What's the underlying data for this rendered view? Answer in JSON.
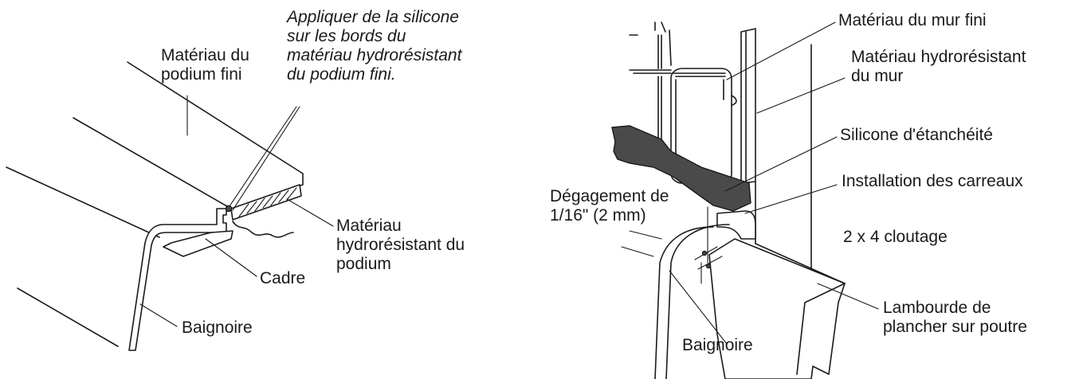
{
  "left_figure": {
    "note": [
      "Appliquer de la silicone",
      "sur les bords du",
      "matériau hydrorésistant",
      "du podium fini."
    ],
    "label_deck_finish": [
      "Matériau du",
      "podium fini"
    ],
    "label_deck_water": [
      "Matériau",
      "hydrorésistant du",
      "podium"
    ],
    "label_frame": "Cadre",
    "label_tub": "Baignoire"
  },
  "right_figure": {
    "label_wall_finish": "Matériau du mur fini",
    "label_wall_water": [
      "Matériau hydrorésistant",
      "du mur"
    ],
    "label_sealant": "Silicone d'étanchéité",
    "label_clearance": [
      "Dégagement de",
      "1/16\" (2 mm)"
    ],
    "label_tile": "Installation des carreaux",
    "label_stud": "2 x 4 cloutage",
    "label_ledger": [
      "Lambourde de",
      "plancher sur poutre"
    ],
    "label_tub": "Baignoire"
  }
}
